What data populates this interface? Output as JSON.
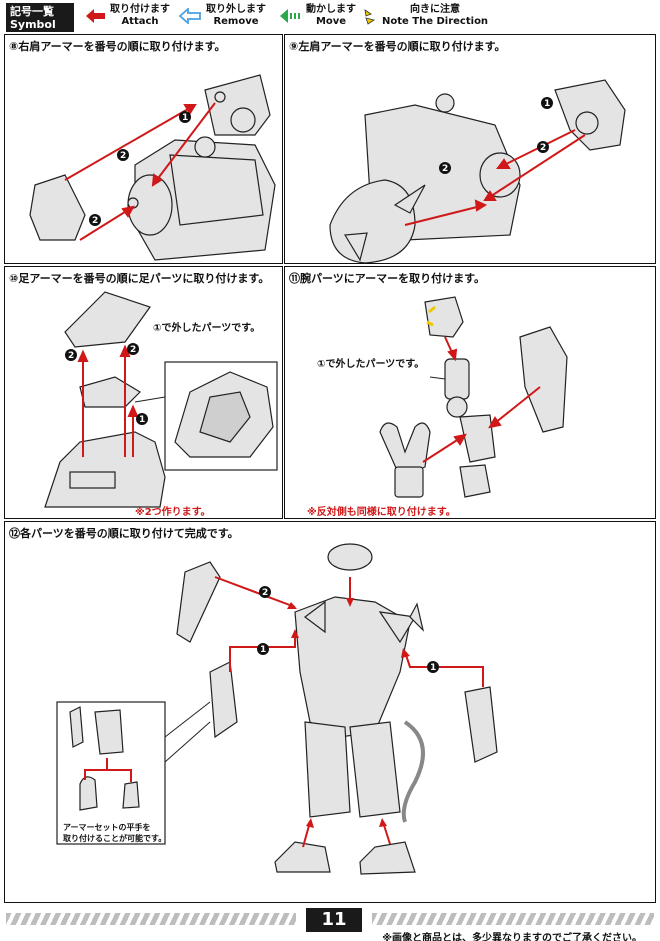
{
  "header": {
    "symbol_list_jp": "記号一覧",
    "symbol_list_en": "Symbol List",
    "legend": [
      {
        "jp": "取り付けます",
        "en": "Attach",
        "color": "#d01818"
      },
      {
        "jp": "取り外します",
        "en": "Remove",
        "color": "#4aa0e0"
      },
      {
        "jp": "動かします",
        "en": "Move",
        "color": "#2aa84a"
      },
      {
        "jp": "向きに注意",
        "en": "Note The Direction",
        "color": "#f0c800"
      }
    ]
  },
  "steps": {
    "s8": {
      "title": "⑧右肩アーマーを番号の順に取り付けます。"
    },
    "s9": {
      "title": "⑨左肩アーマーを番号の順に取り付けます。"
    },
    "s10": {
      "title": "⑩足アーマーを番号の順に足パーツに取り付けます。",
      "callout": "①で外したパーツです。",
      "note": "※2つ作ります。"
    },
    "s11": {
      "title": "⑪腕パーツにアーマーを取り付けます。",
      "callout": "①で外したパーツです。",
      "note": "※反対側も同様に取り付けます。"
    },
    "s12": {
      "title": "⑫各パーツを番号の順に取り付けて完成です。",
      "inset_note_1": "アーマーセットの平手を",
      "inset_note_2": "取り付けることが可能です。"
    }
  },
  "markers": {
    "one": "1",
    "two": "2"
  },
  "footer": {
    "page_number": "11",
    "disclaimer": "※画像と商品とは、多少異なりますのでご了承ください。"
  },
  "colors": {
    "attach_arrow": "#d01818",
    "part_fill": "#e4e4e4",
    "part_stroke": "#222"
  }
}
